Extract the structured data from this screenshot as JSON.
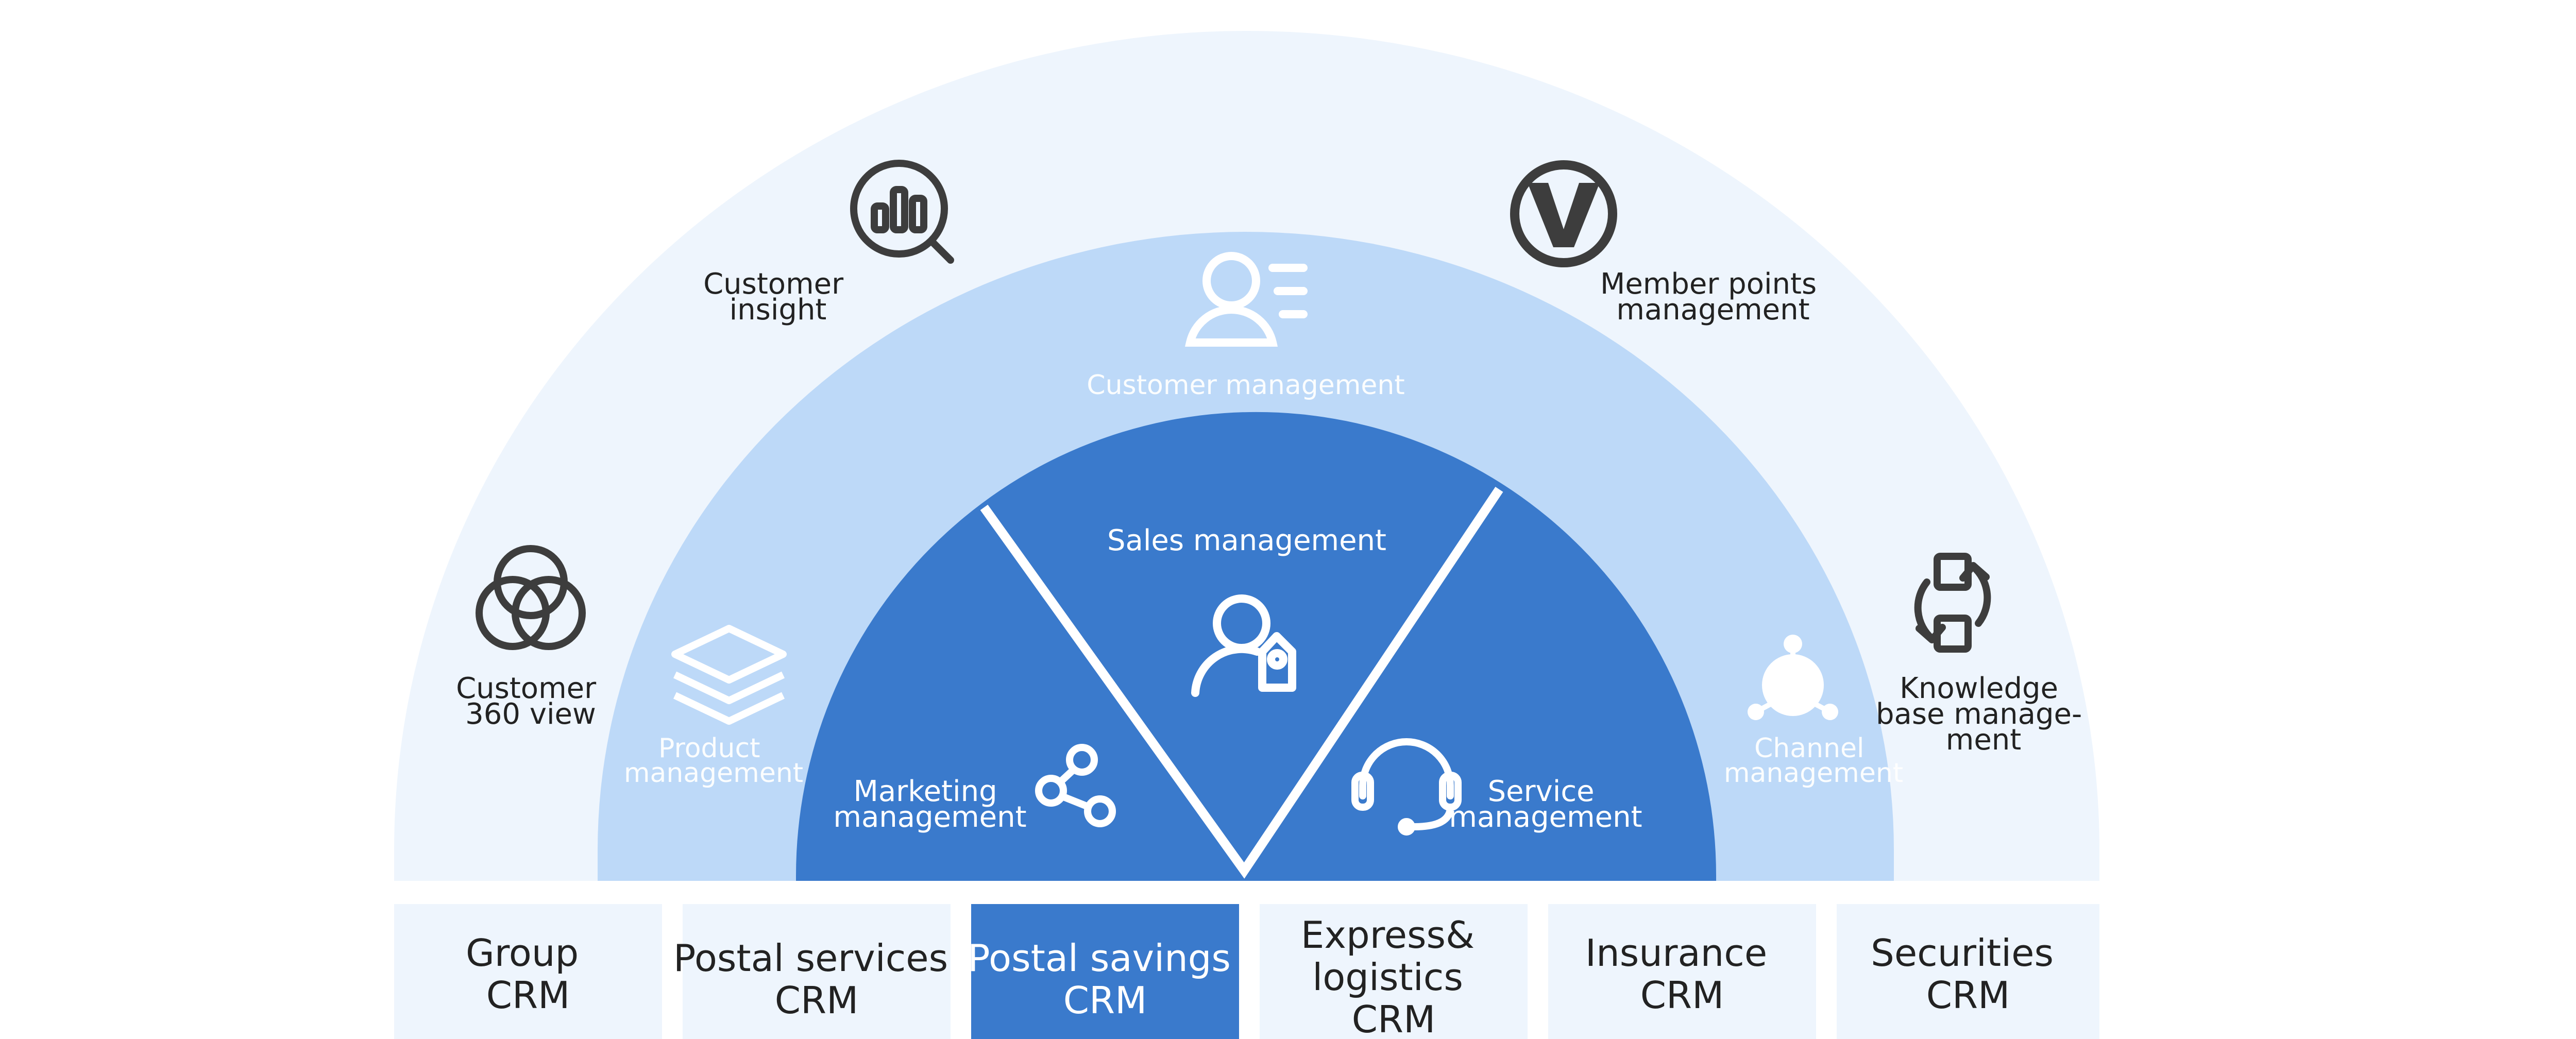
{
  "outer_ring": {
    "customer_insight": [
      "Customer",
      "insight"
    ],
    "member_points": [
      "Member points",
      "management"
    ],
    "customer_360": [
      "Customer",
      "360 view"
    ],
    "knowledge_base": [
      "Knowledge",
      "base manage-",
      "ment"
    ]
  },
  "middle_ring": {
    "customer_management": "Customer management",
    "product_management": [
      "Product",
      "management"
    ],
    "channel_management": [
      "Channel",
      "management"
    ]
  },
  "inner_core": {
    "sales_management": "Sales management",
    "marketing_management": [
      "Marketing",
      "management"
    ],
    "service_management": [
      "Service",
      "management"
    ]
  },
  "crm_boxes": [
    {
      "lines": [
        "Group",
        "CRM"
      ],
      "active": false
    },
    {
      "lines": [
        "Postal services",
        "CRM"
      ],
      "active": false
    },
    {
      "lines": [
        "Postal savings",
        "CRM"
      ],
      "active": true
    },
    {
      "lines": [
        "Express&",
        "logistics",
        "CRM"
      ],
      "active": false
    },
    {
      "lines": [
        "Insurance",
        "CRM"
      ],
      "active": false
    },
    {
      "lines": [
        "Securities",
        "CRM"
      ],
      "active": false
    }
  ],
  "icons": {
    "customer_insight": "bar-chart-magnifier-icon",
    "member_points": "v-badge-icon",
    "customer_360": "venn-circles-icon",
    "knowledge_base": "cycle-squares-icon",
    "customer_management": "user-list-icon",
    "product_management": "layers-icon",
    "channel_management": "hub-nodes-icon",
    "sales_management": "user-tag-icon",
    "marketing_management": "share-icon",
    "service_management": "headset-icon"
  },
  "colors": {
    "outer_ring": "#EEF5FD",
    "middle_ring": "#BDD9F8",
    "inner_core": "#3A7ACC",
    "box_default": "#EEF5FD",
    "box_active": "#3A7ACC",
    "icon_dark": "#3D3D3D"
  }
}
